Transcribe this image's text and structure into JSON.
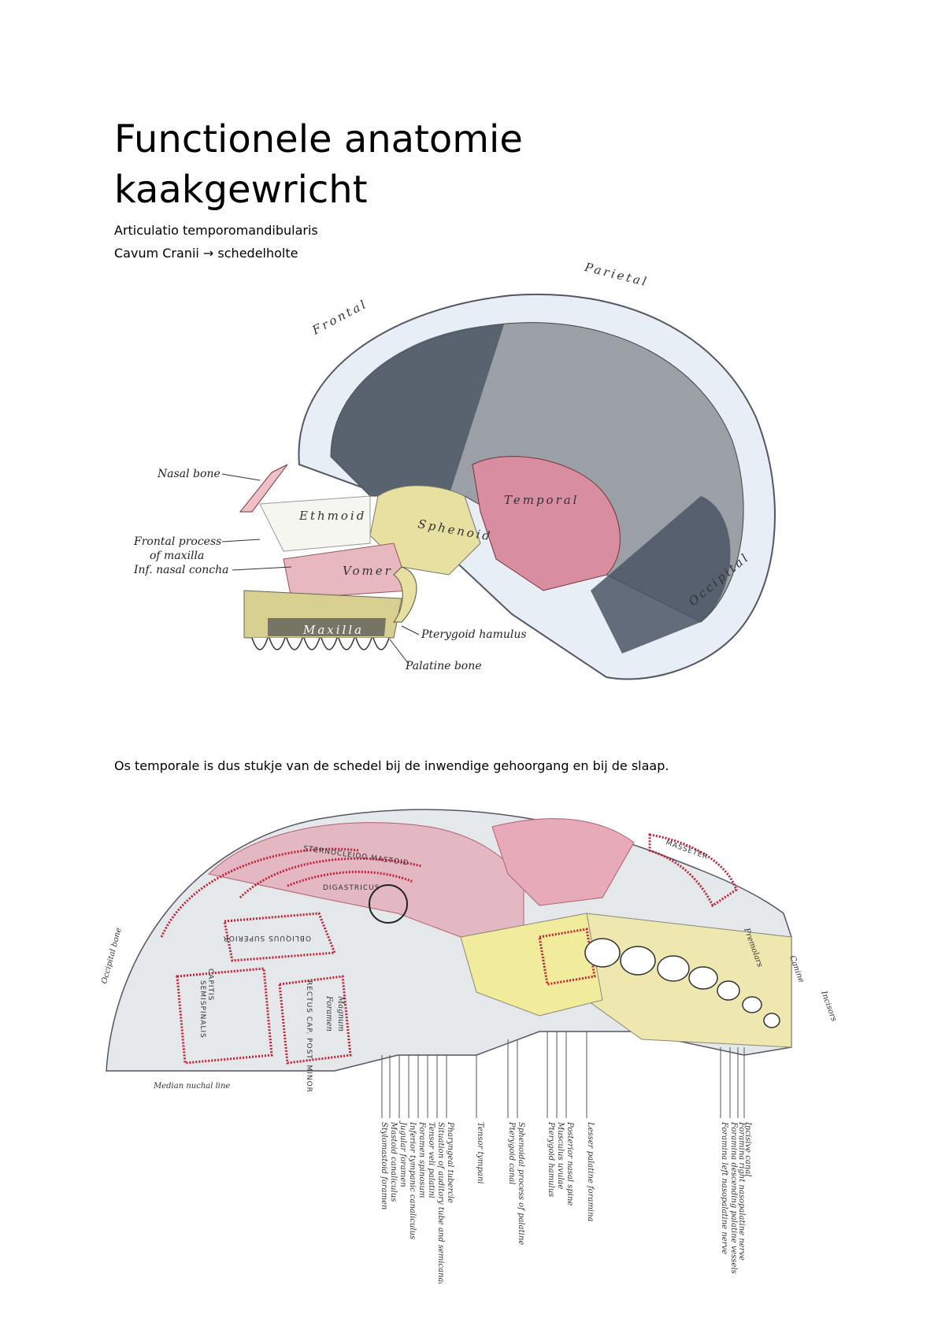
{
  "document": {
    "title_line1": "Functionele anatomie",
    "title_line2": "kaakgewricht",
    "subtitle": "Articulatio temporomandibularis",
    "subtitle2": "Cavum Cranii → schedelholte",
    "paragraph": "Os temporale is dus stukje van de schedel bij de inwendige gehoorgang en bij de slaap."
  },
  "figure1": {
    "bones": {
      "frontal": "Frontal",
      "parietal": "Parietal",
      "occipital": "Occipital",
      "temporal": "Temporal",
      "ethmoid": "Ethmoid",
      "sphenoid": "Sphenoid",
      "vomer": "Vomer",
      "maxilla": "Maxilla"
    },
    "labels": {
      "nasal_bone": "Nasal bone",
      "frontal_process_1": "Frontal process",
      "frontal_process_2": "of maxilla",
      "inf_nasal_concha": "Inf. nasal concha",
      "pterygoid_hamulus": "Pterygoid hamulus",
      "palatine_bone": "Palatine bone"
    }
  },
  "figure2": {
    "muscles": {
      "masseter": "MASSETER",
      "semispinalis_1": "SEMISPINALIS",
      "semispinalis_2": "CAPITIS",
      "obliquus": "OBLIQUUS SUPERIOR",
      "rectus": "RECTUS CAP. POST. MINOR",
      "digastricus": "DIGASTRICUS",
      "sternocleido": "STERNOCLEIDO MASTOID"
    },
    "regions": {
      "occipital_bone": "Occipital bone",
      "median_nuchal_line": "Median nuchal line",
      "foramen_magnum_1": "Foramen",
      "foramen_magnum_2": "Magnum",
      "premolars": "Premolars",
      "canine": "Canine",
      "incisors": "Incisors"
    },
    "labels": [
      "Stylomastoid foramen",
      "Mastoid canaliculus",
      "Jugular foramen",
      "Inferior tympanic canaliculus",
      "Foramen spinosum",
      "Tensor veli palatini",
      "Situation of auditory tube and semicanal for Tensor tympani",
      "Pharyngeal tubercle",
      "Tensor tympani",
      "Pterygoid canal",
      "Sphenoidal process of palatine",
      "Pterygoid hamulus",
      "Musculus uvulae",
      "Posterior nasal spine",
      "Lesser palatine foramina",
      "Incisive canal",
      "Foramina left nasopalatine nerve",
      "Foramina descending palatine vessels",
      "Foramina right nasopalatine nerve"
    ]
  }
}
